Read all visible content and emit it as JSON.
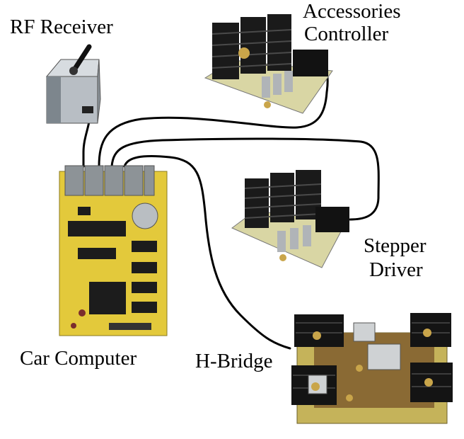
{
  "labels": {
    "rf_receiver": "RF Receiver",
    "accessories_controller": [
      "Accessories",
      "Controller"
    ],
    "stepper_driver": [
      "Stepper",
      "Driver"
    ],
    "car_computer": "Car Computer",
    "h_bridge": "H-Bridge"
  },
  "colors": {
    "wire": "#000000",
    "pcb_green": "#d8d6a2",
    "pcb_yellow": "#e2c93a",
    "heatsink": "#1a1a1a",
    "metal": "#9aa0a4"
  }
}
